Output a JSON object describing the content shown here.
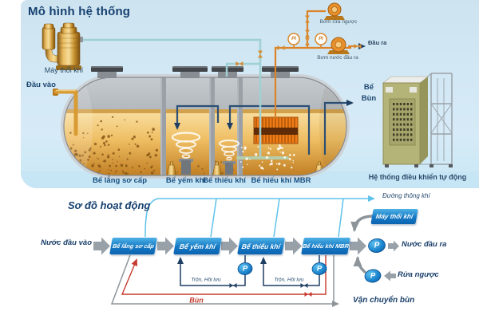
{
  "model": {
    "title": "Mô hình hệ thống",
    "blower_label": "Máy thổi khí",
    "inlet_label": "Đầu vào",
    "backwash_pump_label": "Bơm rửa ngược",
    "outlet_pump_label": "Bơm nước đầu ra",
    "outlet_label": "Đầu ra",
    "gauge_label": "PI",
    "sludge_tank_label_line1": "Bể",
    "sludge_tank_label_line2": "Bùn",
    "compartments": [
      "Bể lắng sơ cấp",
      "Bể yếm khí",
      "Bể thiếu khí",
      "Bể hiếu khí MBR"
    ],
    "control_label": "Hệ thống điều khiển tự động"
  },
  "flow": {
    "title": "Sơ đồ hoạt động",
    "vent_label": "Đường thông khí",
    "input_label": "Nước đầu vào",
    "stages": [
      "Bể lắng sơ cấp",
      "Bể yếm khí",
      "Bể thiếu khí",
      "Bể hiếu khí MBR"
    ],
    "output_label": "Nước đầu ra",
    "blower_label": "Máy thổi khí",
    "backwash_label": "Rửa ngược",
    "recirc_labels": [
      "Trộn, Hồi lưu",
      "Trộn, Hồi lưu"
    ],
    "sludge_label": "Bùn",
    "sludge_transport_label": "Vận chuyển bùn",
    "pump_label": "P"
  },
  "colors": {
    "title_navy": "#16406f",
    "box_blue_top": "#4fb2e6",
    "box_blue_bottom": "#0c63b0",
    "pipe_orange": "#dc8328",
    "line_cyan": "#5fc3ea",
    "line_navy": "#1e3f63",
    "line_red": "#c63b2f",
    "line_gray": "#8d959b",
    "tank_liquid": "#e8a93f",
    "panel_blue": "#cde4f0"
  }
}
